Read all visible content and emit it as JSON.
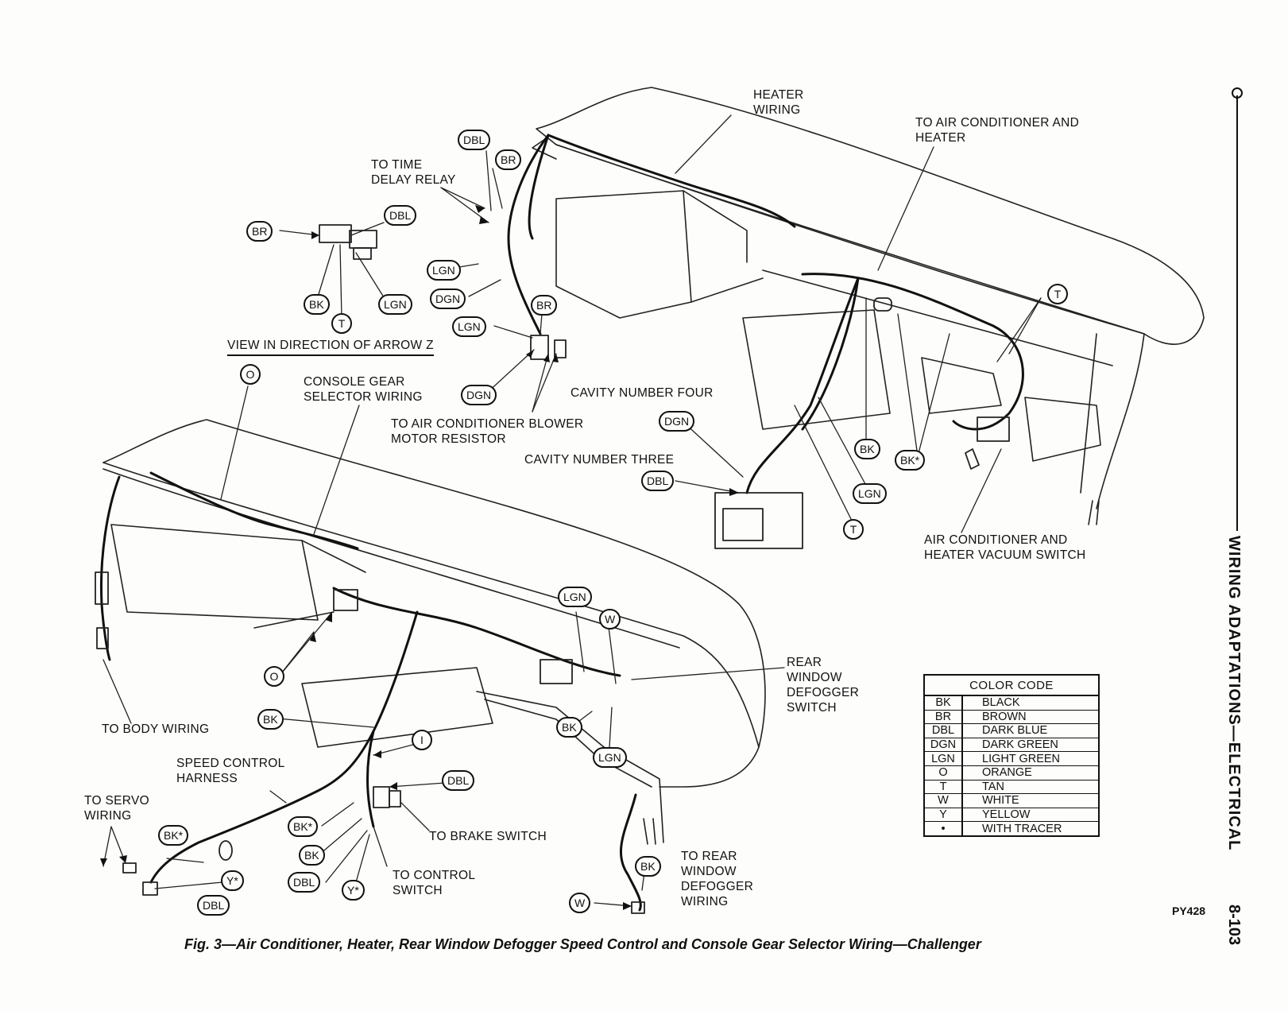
{
  "figure": {
    "caption": "Fig. 3—Air Conditioner, Heater, Rear Window Defogger Speed Control and Console Gear Selector Wiring—Challenger",
    "figure_id": "PY428",
    "side_title": "WIRING ADAPTATIONS—ELECTRICAL",
    "page_number": "8-103",
    "view_label": "VIEW IN DIRECTION OF ARROW Z"
  },
  "callouts": {
    "heater_wiring": "HEATER\nWIRING",
    "to_ac_heater": "TO AIR CONDITIONER AND\nHEATER",
    "to_time_delay_relay": "TO TIME\nDELAY RELAY",
    "console_gear_selector": "CONSOLE GEAR\nSELECTOR WIRING",
    "cavity_four": "CAVITY NUMBER FOUR",
    "ac_blower_resistor": "TO AIR CONDITIONER BLOWER\nMOTOR RESISTOR",
    "cavity_three": "CAVITY NUMBER THREE",
    "ac_heater_vacuum_switch": "AIR CONDITIONER AND\nHEATER VACUUM SWITCH",
    "rear_window_defogger_switch": "REAR\nWINDOW\nDEFOGGER\nSWITCH",
    "to_body_wiring": "TO BODY WIRING",
    "speed_control_harness": "SPEED CONTROL\nHARNESS",
    "to_servo_wiring": "TO SERVO\nWIRING",
    "to_brake_switch": "TO BRAKE SWITCH",
    "to_control_switch": "TO CONTROL\nSWITCH",
    "to_rear_window_defogger_wiring": "TO REAR\nWINDOW\nDEFOGGER\nWIRING"
  },
  "wire_tags": [
    "DBL",
    "BR",
    "BR",
    "DBL",
    "LGN",
    "DGN",
    "BR",
    "LGN",
    "BK",
    "T",
    "LGN",
    "DGN",
    "O",
    "DGN",
    "DBL",
    "T",
    "BK",
    "BK*",
    "LGN",
    "T",
    "O",
    "LGN",
    "W",
    "BK",
    "I",
    "DBL",
    "BK",
    "LGN",
    "BK*",
    "BK*",
    "BK",
    "Y*",
    "DBL",
    "Y*",
    "DBL",
    "BK",
    "W"
  ],
  "color_code": {
    "title": "COLOR CODE",
    "rows": [
      {
        "code": "BK",
        "meaning": "BLACK"
      },
      {
        "code": "BR",
        "meaning": "BROWN"
      },
      {
        "code": "DBL",
        "meaning": "DARK BLUE"
      },
      {
        "code": "DGN",
        "meaning": "DARK GREEN"
      },
      {
        "code": "LGN",
        "meaning": "LIGHT GREEN"
      },
      {
        "code": "O",
        "meaning": "ORANGE"
      },
      {
        "code": "T",
        "meaning": "TAN"
      },
      {
        "code": "W",
        "meaning": "WHITE"
      },
      {
        "code": "Y",
        "meaning": "YELLOW"
      },
      {
        "code": "•",
        "meaning": "WITH TRACER"
      }
    ]
  }
}
